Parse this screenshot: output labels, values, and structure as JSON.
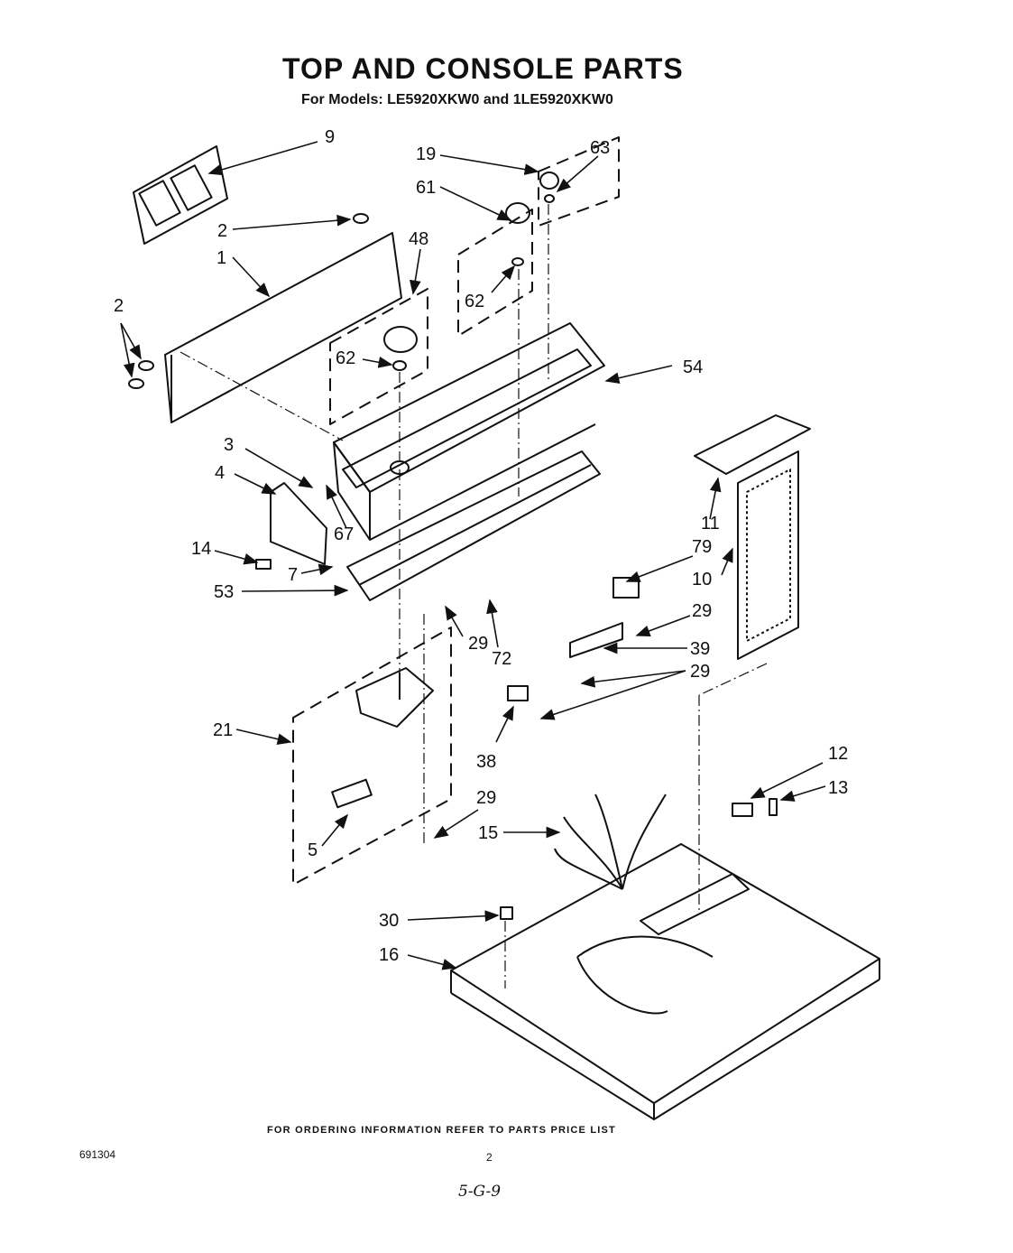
{
  "title": "TOP AND CONSOLE PARTS",
  "subtitle": "For Models: LE5920XKW0 and 1LE5920XKW0",
  "footer": "FOR ORDERING INFORMATION REFER TO PARTS PRICE LIST",
  "document_number": "691304",
  "page_number": "2",
  "handwritten_note": "5-G-9",
  "callouts": {
    "c9": "9",
    "c2a": "2",
    "c1": "1",
    "c2b": "2",
    "c48": "48",
    "c62a": "62",
    "c19": "19",
    "c61": "61",
    "c63": "63",
    "c62b": "62",
    "c54": "54",
    "c3": "3",
    "c4": "4",
    "c67": "67",
    "c14": "14",
    "c7": "7",
    "c53": "53",
    "c11": "11",
    "c79": "79",
    "c10": "10",
    "c29a": "29",
    "c39": "39",
    "c29b": "29",
    "c29c": "29",
    "c72": "72",
    "c21": "21",
    "c38": "38",
    "c5": "5",
    "c29d": "29",
    "c15": "15",
    "c12": "12",
    "c13": "13",
    "c30": "30",
    "c16": "16"
  }
}
